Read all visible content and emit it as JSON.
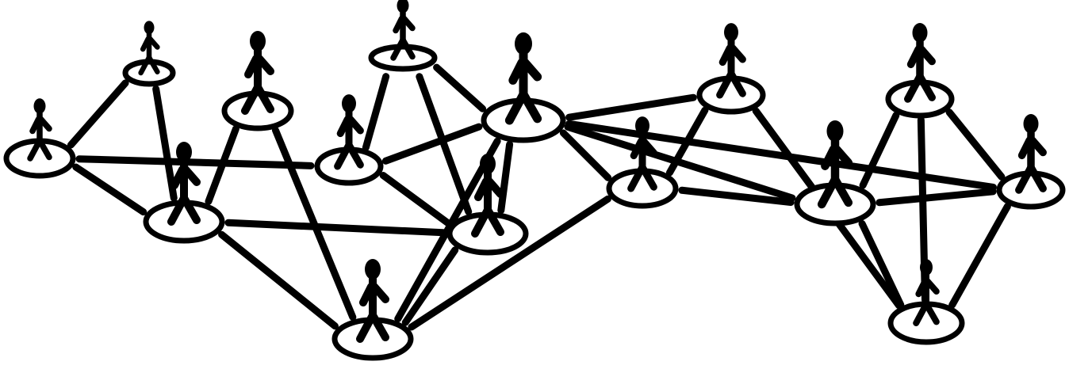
{
  "diagram": {
    "type": "social-network",
    "colors": {
      "ink": "#000000",
      "background": "#ffffff"
    },
    "node_icon": "person-on-pad-icon",
    "nodes": [
      {
        "id": "n1"
      },
      {
        "id": "n2"
      },
      {
        "id": "n3"
      },
      {
        "id": "n4"
      },
      {
        "id": "n5"
      },
      {
        "id": "n6"
      },
      {
        "id": "n7"
      },
      {
        "id": "n8"
      },
      {
        "id": "n9"
      },
      {
        "id": "n10"
      },
      {
        "id": "n11"
      },
      {
        "id": "n12"
      },
      {
        "id": "n13"
      },
      {
        "id": "n14"
      },
      {
        "id": "n15"
      },
      {
        "id": "n16"
      },
      {
        "id": "n17"
      },
      {
        "id": "n18"
      }
    ],
    "edges": [
      [
        "n1",
        "n2"
      ],
      [
        "n1",
        "n3"
      ],
      [
        "n1",
        "n6"
      ],
      [
        "n2",
        "n3"
      ],
      [
        "n3",
        "n4"
      ],
      [
        "n3",
        "n5"
      ],
      [
        "n3",
        "n7"
      ],
      [
        "n4",
        "n5"
      ],
      [
        "n5",
        "n7"
      ],
      [
        "n5",
        "n9"
      ],
      [
        "n5",
        "n10"
      ],
      [
        "n6",
        "n7"
      ],
      [
        "n6",
        "n8"
      ],
      [
        "n6",
        "n9"
      ],
      [
        "n7",
        "n8"
      ],
      [
        "n7",
        "n9"
      ],
      [
        "n8",
        "n9"
      ],
      [
        "n9",
        "n10"
      ],
      [
        "n9",
        "n11"
      ],
      [
        "n9",
        "n12"
      ],
      [
        "n9",
        "n15"
      ],
      [
        "n10",
        "n11"
      ],
      [
        "n10",
        "n12"
      ],
      [
        "n11",
        "n14"
      ],
      [
        "n12",
        "n13"
      ],
      [
        "n12",
        "n14"
      ],
      [
        "n12",
        "n15"
      ],
      [
        "n13",
        "n14"
      ],
      [
        "n13",
        "n15"
      ],
      [
        "n14",
        "n15"
      ],
      [
        "n14",
        "n16"
      ],
      [
        "n14",
        "n17"
      ],
      [
        "n15",
        "n17"
      ],
      [
        "n16",
        "n17"
      ],
      [
        "n16",
        "n18"
      ],
      [
        "n17",
        "n18"
      ]
    ]
  }
}
